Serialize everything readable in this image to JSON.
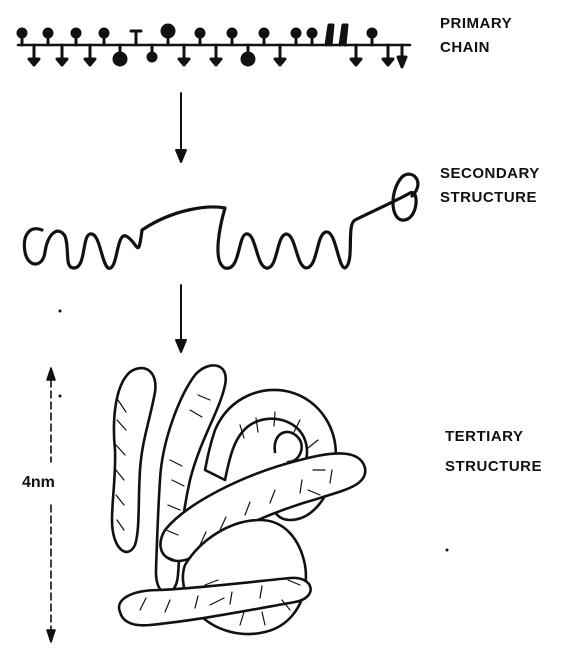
{
  "labels": {
    "primary": [
      "PRIMARY",
      "CHAIN"
    ],
    "secondary": [
      "SECONDARY",
      "STRUCTURE"
    ],
    "tertiary": [
      "TERTIARY",
      "STRUCTURE"
    ]
  },
  "scale_label": "4nm",
  "ink_color": "#111111"
}
